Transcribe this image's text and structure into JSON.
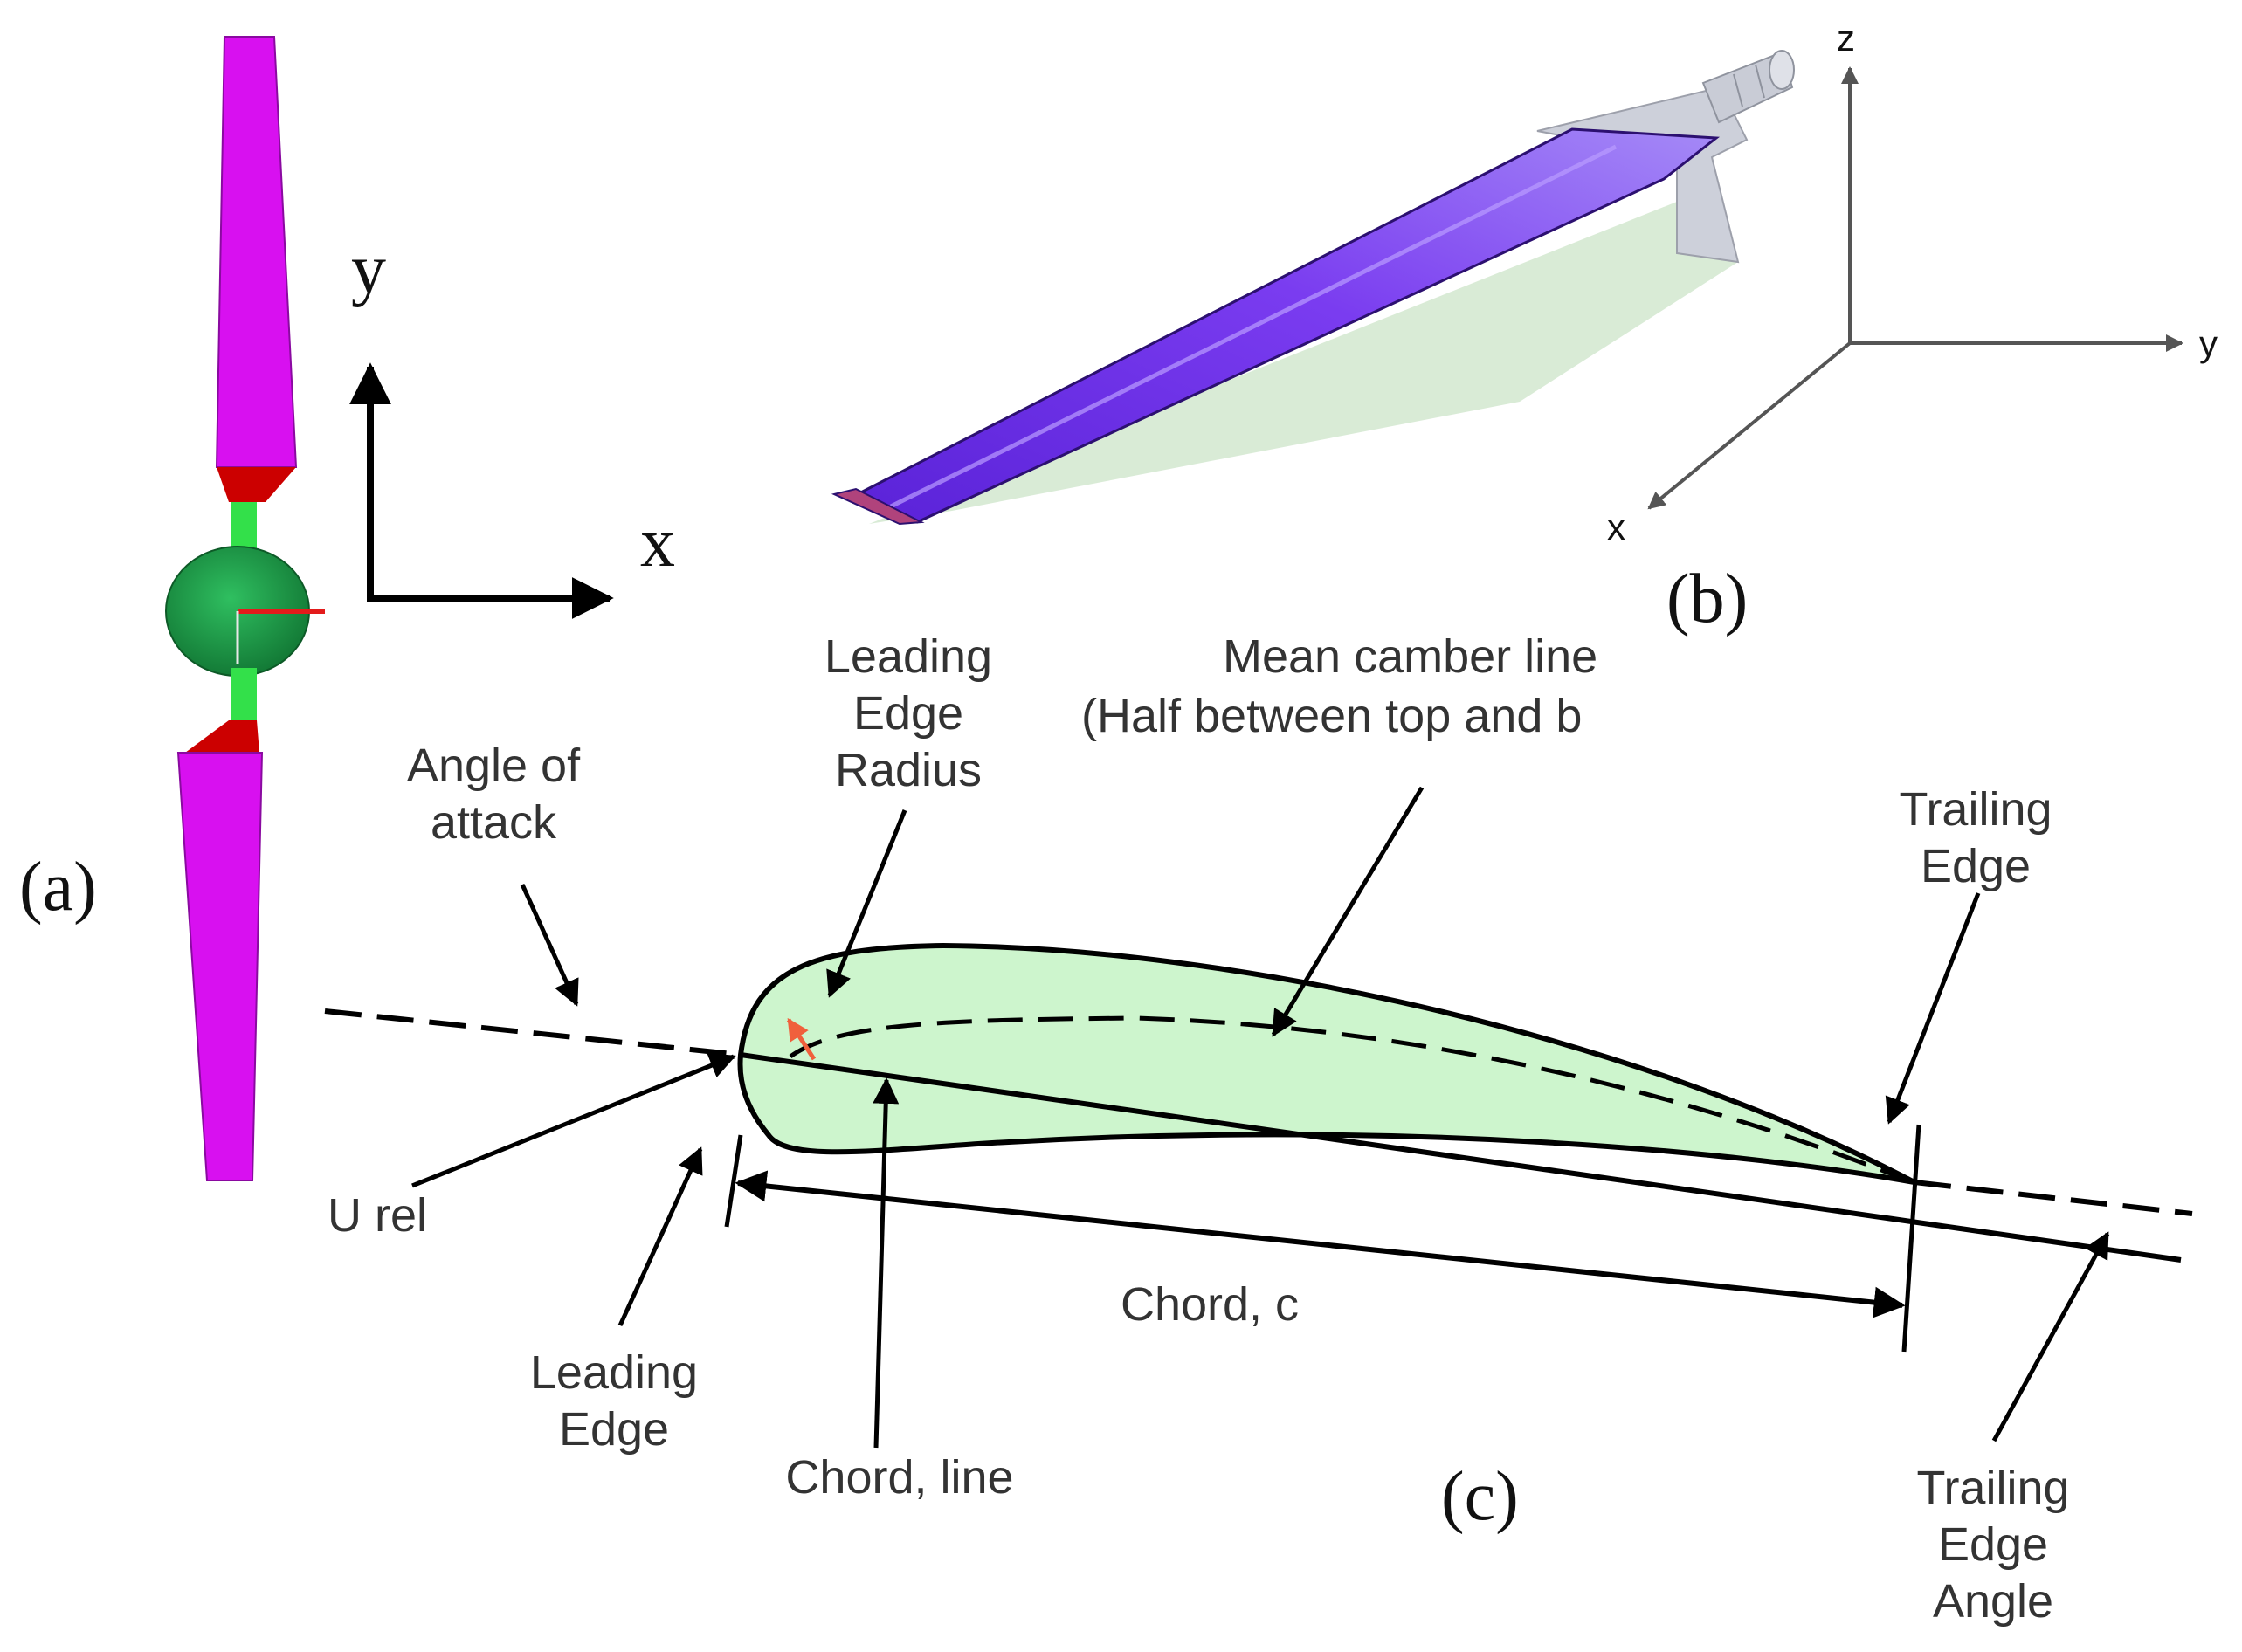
{
  "panel_a": {
    "label": "(a)",
    "axis_x_label": "x",
    "axis_y_label": "y",
    "colors": {
      "blade": "#d810f0",
      "root": "#cc0000",
      "hub": "#1f9a4a",
      "shaft": "#33e04a",
      "marker": "#e31b1b"
    }
  },
  "panel_b": {
    "label": "(b)",
    "axis_x_label": "x",
    "axis_y_label": "y",
    "axis_z_label": "z",
    "colors": {
      "blade_top": "#6a2be0",
      "blade_highlight": "#9a6cf5",
      "shadow": "#cfe6c9",
      "hub": "#c9ccd6"
    }
  },
  "panel_c": {
    "label": "(c)",
    "labels": {
      "leading_edge_radius": [
        "Leading",
        "Edge",
        "Radius"
      ],
      "mean_camber_line": [
        "Mean camber line",
        "(Half between top and b"
      ],
      "angle_of_attack": [
        "Angle of",
        "attack"
      ],
      "trailing_edge": [
        "Trailing",
        "Edge"
      ],
      "u_rel": "U rel",
      "leading_edge": [
        "Leading",
        "Edge"
      ],
      "chord_line": "Chord, line",
      "chord_c": "Chord, c",
      "trailing_edge_angle": [
        "Trailing",
        "Edge",
        "Angle"
      ]
    },
    "colors": {
      "airfoil_fill": "#cdf5cd",
      "radius_arrow": "#f0603c"
    }
  }
}
